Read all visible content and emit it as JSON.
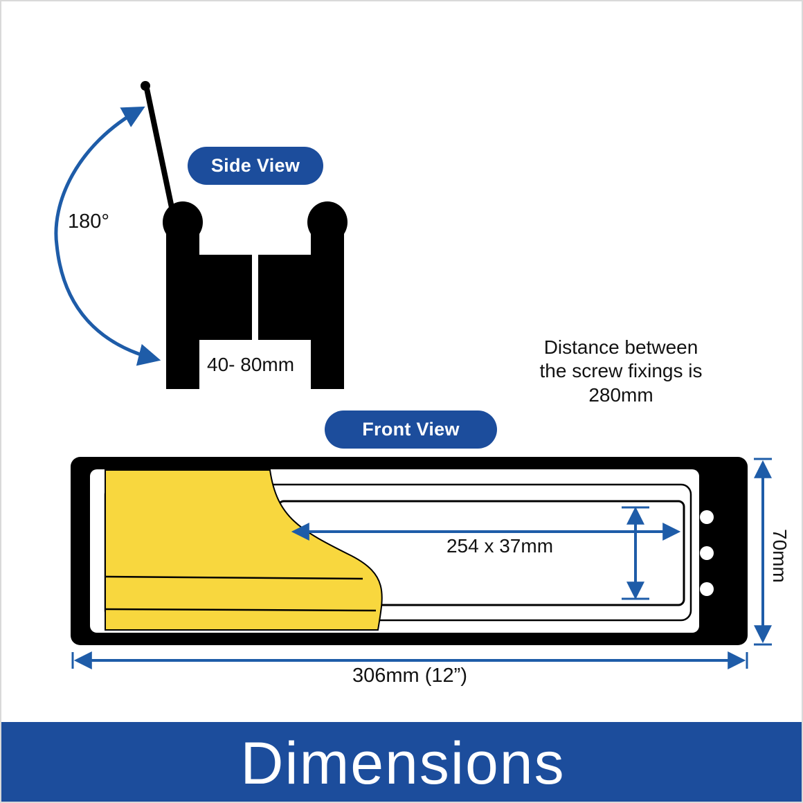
{
  "colors": {
    "brand_blue": "#1c4d9c",
    "dimension_blue": "#1e5ca8",
    "brush_yellow": "#f8d73e"
  },
  "side_view": {
    "badge": "Side View",
    "angle_label": "180°",
    "door_thickness_label": "40- 80mm"
  },
  "screw_note": {
    "lines": [
      "Distance between",
      "the screw fixings is",
      "280mm"
    ]
  },
  "front_view": {
    "badge": "Front View",
    "aperture_label": "254 x 37mm",
    "height_label": "70mm",
    "width_label": "306mm (12”)"
  },
  "footer": {
    "title": "Dimensions"
  }
}
